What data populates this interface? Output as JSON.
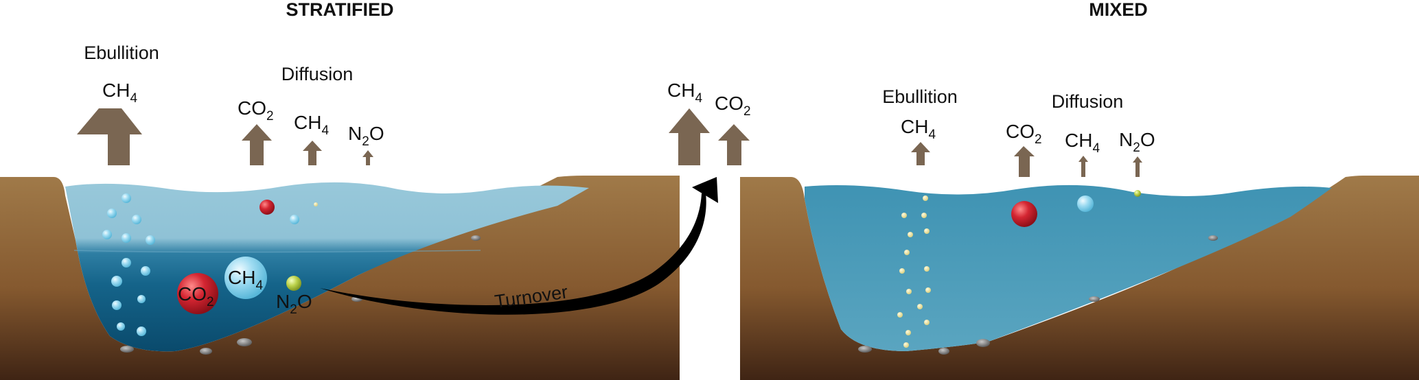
{
  "titles": {
    "stratified": "STRATIFIED",
    "mixed": "MIXED"
  },
  "stratified": {
    "ebullition_label": "Ebullition",
    "ebullition_gas": {
      "base": "CH",
      "sub": "4"
    },
    "diffusion_label": "Diffusion",
    "diffusion_gases": [
      {
        "base": "CO",
        "sub": "2",
        "prefix": ""
      },
      {
        "base": "CH",
        "sub": "4",
        "prefix": ""
      },
      {
        "prefix": "N",
        "sub": "2",
        "base": "O"
      }
    ],
    "bottom_labels": [
      {
        "base": "CO",
        "sub": "2",
        "prefix": ""
      },
      {
        "base": "CH",
        "sub": "4",
        "prefix": ""
      },
      {
        "prefix": "N",
        "sub": "2",
        "base": "O"
      }
    ]
  },
  "turnover": {
    "label": "Turnover",
    "gases": [
      {
        "base": "CH",
        "sub": "4"
      },
      {
        "base": "CO",
        "sub": "2"
      }
    ]
  },
  "mixed": {
    "ebullition_label": "Ebullition",
    "ebullition_gas": {
      "base": "CH",
      "sub": "4"
    },
    "diffusion_label": "Diffusion",
    "diffusion_gases": [
      {
        "base": "CO",
        "sub": "2",
        "prefix": ""
      },
      {
        "base": "CH",
        "sub": "4",
        "prefix": ""
      },
      {
        "prefix": "N",
        "sub": "2",
        "base": "O"
      }
    ]
  },
  "colors": {
    "soil": "#9a7243",
    "soil_dark": "#4a2a16",
    "water_surface": "#8ec3d6",
    "water_deep": "#0e5a80",
    "water_mixed": "#4b9bb8",
    "arrow": "#7a6652",
    "co2_bubble": "#c8202c",
    "ch4_bubble": "#8fd8f2",
    "n2o_bubble": "#b6cf4a"
  }
}
